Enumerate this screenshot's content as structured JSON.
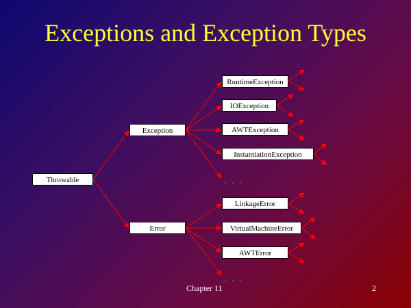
{
  "slide": {
    "title": "Exceptions and Exception Types",
    "footer_chapter": "Chapter 11",
    "page_number": "2"
  },
  "colors": {
    "title": "#ffff33",
    "arrow": "#ff0000",
    "ellipsis": "#33cc33",
    "box_fill": "#ffffff"
  },
  "diagram": {
    "root": "Throwable",
    "branches": {
      "exception": "Exception",
      "error": "Error"
    },
    "exception_children": [
      "RuntimeException",
      "IOException",
      "AWTException",
      "InstantiationException"
    ],
    "error_children": [
      "LinkageError",
      "VirtualMachineError",
      "AWTError"
    ],
    "ellipsis": ". . ."
  }
}
